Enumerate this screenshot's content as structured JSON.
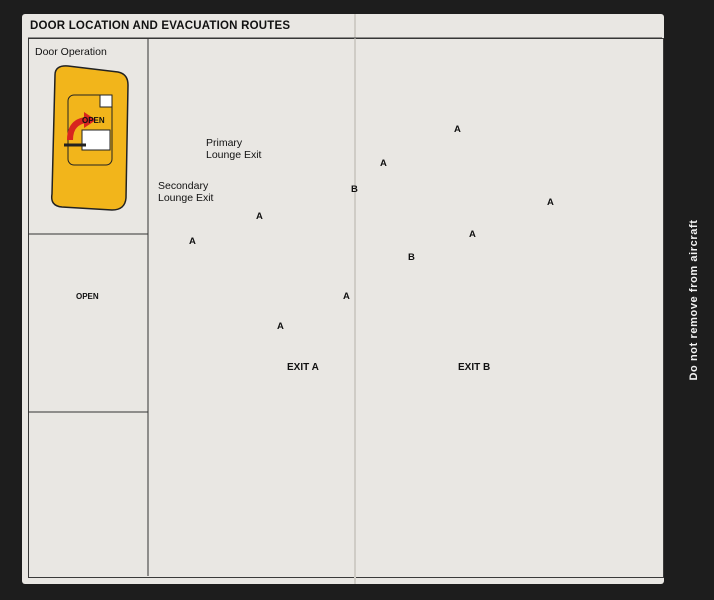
{
  "header": {
    "title": "DOOR LOCATION AND EVACUATION ROUTES"
  },
  "left_panel": {
    "label": "Door Operation",
    "open_label_1": "OPEN",
    "open_label_2": "OPEN"
  },
  "callouts": {
    "primary": "Primary\nLounge Exit",
    "secondary": "Secondary\nLounge Exit"
  },
  "exit_labels": {
    "a": "A",
    "b": "B"
  },
  "exit_a_title": "EXIT A",
  "exit_b_title": "EXIT B",
  "side_notice": "Do not remove from aircraft",
  "colors": {
    "slide_yellow": "#f2b51b",
    "route_red": "#d8251f",
    "paper": "#e9e7e3",
    "frame": "#1d1d1d"
  }
}
